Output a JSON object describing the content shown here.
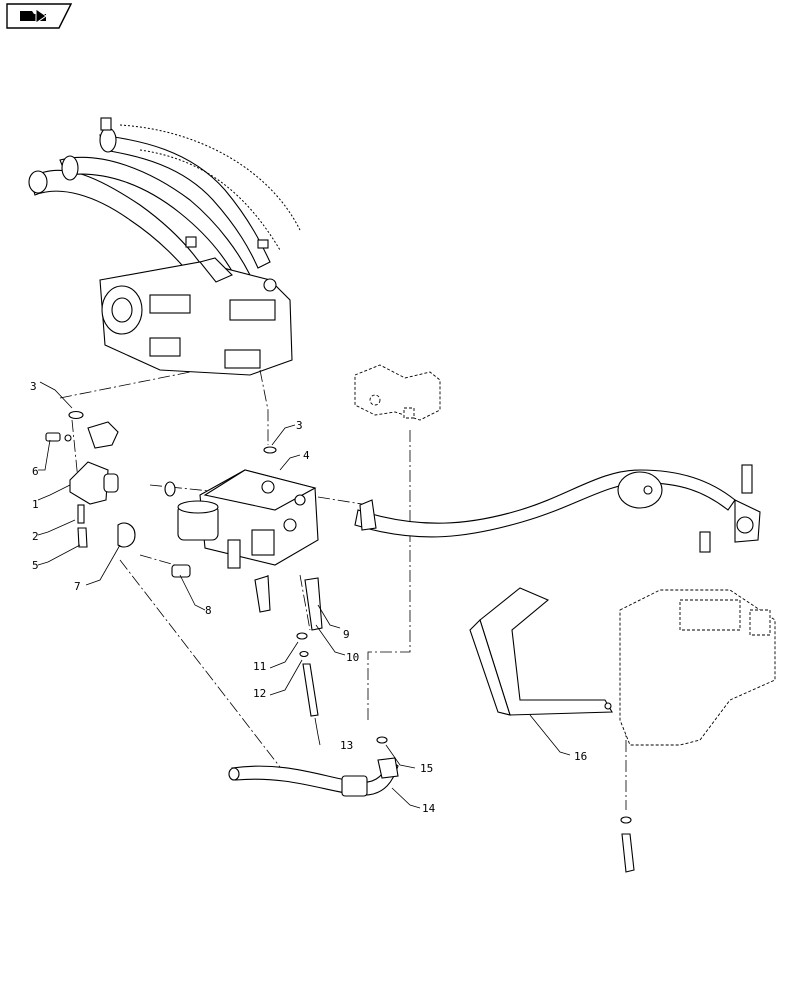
{
  "nav": {
    "icon": "folder-arrow-icon"
  },
  "callouts": [
    {
      "id": "c1",
      "label": "1"
    },
    {
      "id": "c2",
      "label": "2"
    },
    {
      "id": "c3a",
      "label": "3"
    },
    {
      "id": "c3b",
      "label": "3"
    },
    {
      "id": "c4",
      "label": "4"
    },
    {
      "id": "c5",
      "label": "5"
    },
    {
      "id": "c6",
      "label": "6"
    },
    {
      "id": "c7",
      "label": "7"
    },
    {
      "id": "c8",
      "label": "8"
    },
    {
      "id": "c9",
      "label": "9"
    },
    {
      "id": "c10",
      "label": "10"
    },
    {
      "id": "c11",
      "label": "11"
    },
    {
      "id": "c12",
      "label": "12"
    },
    {
      "id": "c13",
      "label": "13"
    },
    {
      "id": "c14",
      "label": "14"
    },
    {
      "id": "c15",
      "label": "15"
    },
    {
      "id": "c16",
      "label": "16"
    }
  ]
}
